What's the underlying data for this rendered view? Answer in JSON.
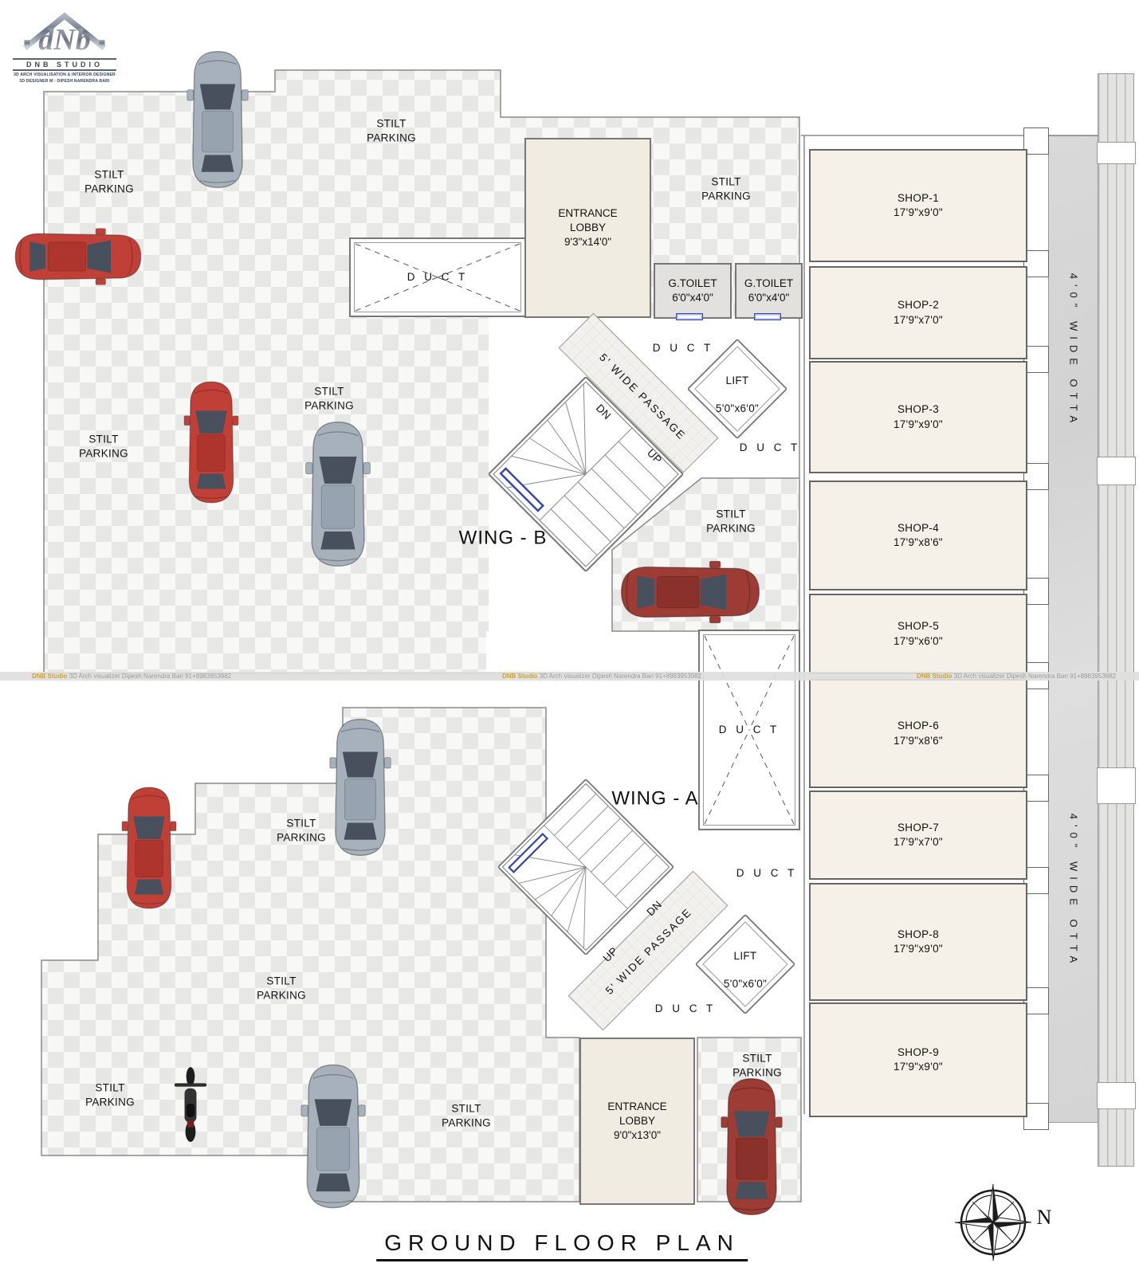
{
  "title": "GROUND FLOOR PLAN",
  "logo": {
    "name": "DNB STUDIO",
    "tagline1": "3D ARCH VISUALISATION & INTERIOR DESIGNER",
    "tagline2": "3D DESIGNER M : DIPESH NARENDRA BARI"
  },
  "watermark": {
    "studio": "DNB Studio",
    "credit": "3D Arch visualizer   Dipesh Narendra Bari   91+8983953982"
  },
  "labels": {
    "stilt_parking": "STILT PARKING",
    "duct": "D U C T",
    "passage": "5' WIDE PASSAGE",
    "up": "UP",
    "dn": "DN",
    "wing_a": "WING - A",
    "wing_b": "WING - B",
    "north": "N"
  },
  "rooms": {
    "entrance_lobby_b": {
      "name": "ENTRANCE LOBBY",
      "size": "9'3\"x14'0\""
    },
    "entrance_lobby_a": {
      "name": "ENTRANCE LOBBY",
      "size": "9'0\"x13'0\""
    },
    "lift": {
      "name": "LIFT",
      "size": "5'0\"x6'0\""
    },
    "toilet": {
      "name": "G.TOILET",
      "size": "6'0\"x4'0\""
    },
    "otta": "4'0\" WIDE OTTA"
  },
  "shops": [
    {
      "name": "SHOP-1",
      "size": "17'9\"x9'0\""
    },
    {
      "name": "SHOP-2",
      "size": "17'9\"x7'0\""
    },
    {
      "name": "SHOP-3",
      "size": "17'9\"x9'0\""
    },
    {
      "name": "SHOP-4",
      "size": "17'9\"x8'6\""
    },
    {
      "name": "SHOP-5",
      "size": "17'9\"x6'0\""
    },
    {
      "name": "SHOP-6",
      "size": "17'9\"x8'6\""
    },
    {
      "name": "SHOP-7",
      "size": "17'9\"x7'0\""
    },
    {
      "name": "SHOP-8",
      "size": "17'9\"x9'0\""
    },
    {
      "name": "SHOP-9",
      "size": "17'9\"x9'0\""
    }
  ],
  "colors": {
    "accent_blue": "#3949ab",
    "car_red": "#c04038",
    "car_dark_red": "#9d3c35",
    "car_gray": "#a7b1bb",
    "shop_floor": "#f5f1e8",
    "lobby_floor": "#f1ece1",
    "watermark_gold": "#c9a23f"
  }
}
